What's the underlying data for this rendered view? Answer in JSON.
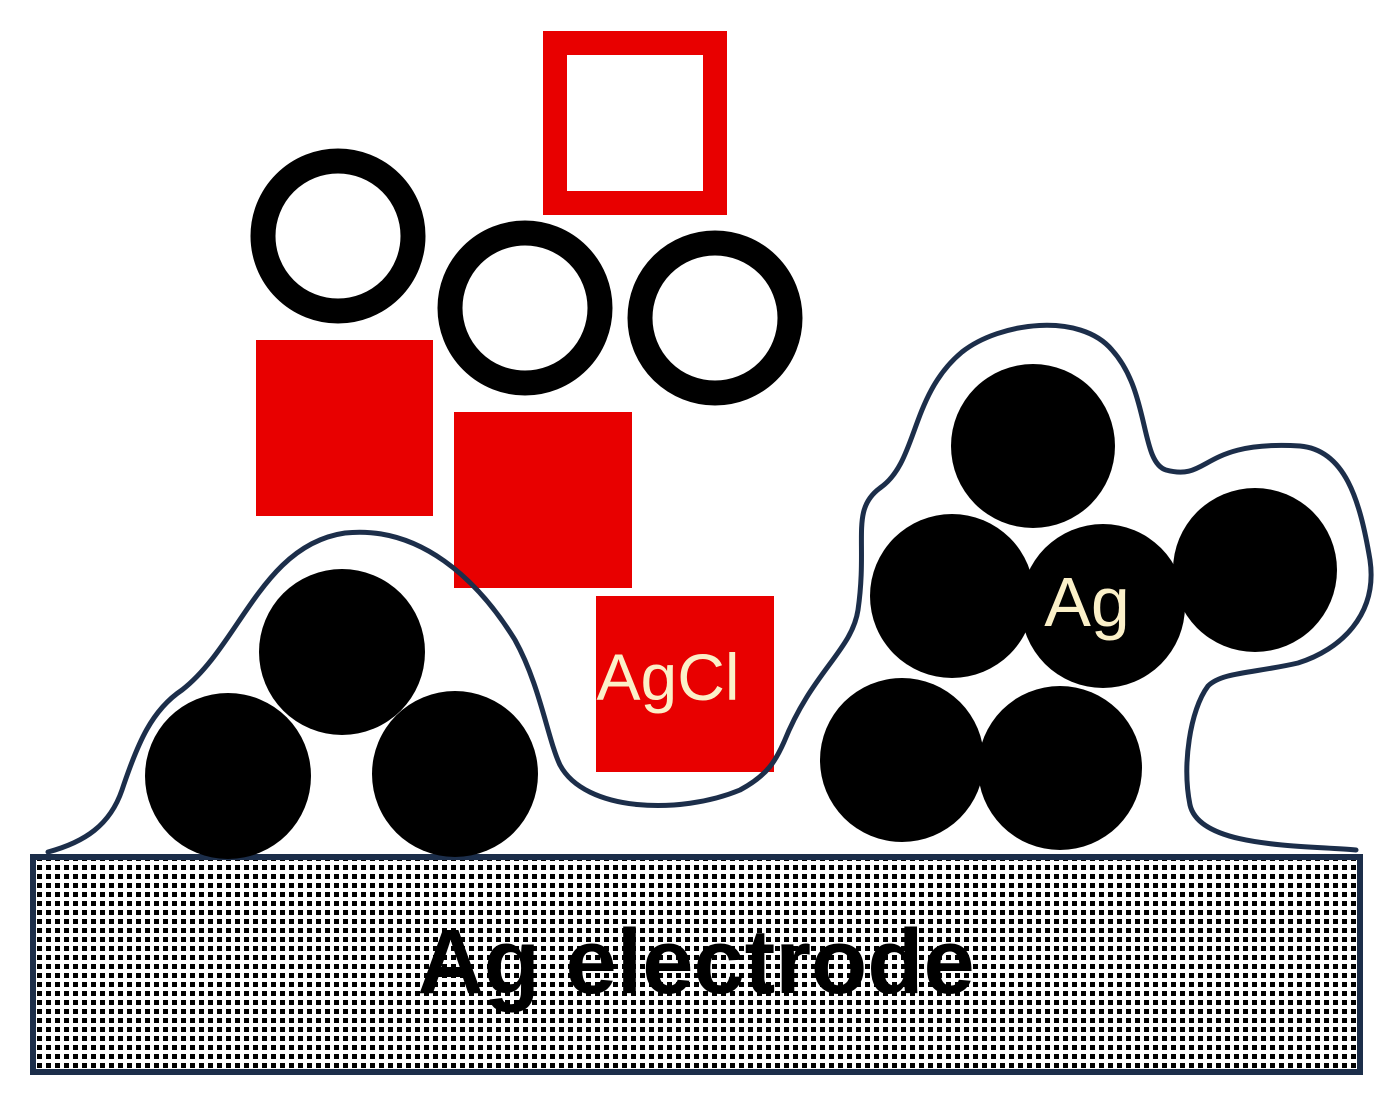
{
  "labels": {
    "agcl": "AgCl",
    "ag": "Ag",
    "electrode": "Ag electrode"
  },
  "colors": {
    "agcl_red": "#e80000",
    "ag_black": "#000000",
    "outline_navy": "#1c2e4a",
    "label_cream": "#fbf0c8",
    "electrode_dots": "#000000",
    "background": "#ffffff"
  }
}
